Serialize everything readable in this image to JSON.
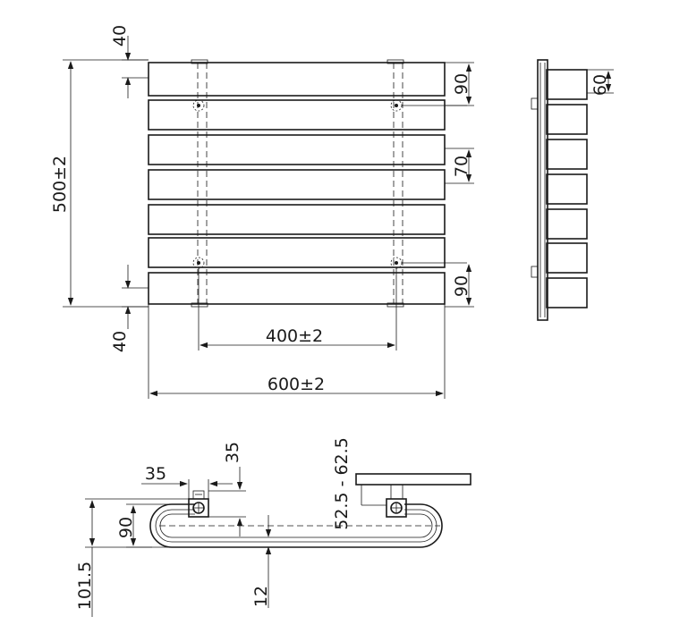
{
  "dimensions": {
    "top_margin": "40",
    "bottom_margin": "40",
    "total_height": "500±2",
    "top_bar_height": "90",
    "mid_bar_height": "70",
    "bottom_bar_height": "90",
    "side_bar_depth": "60",
    "mount_spacing": "400±2",
    "total_width": "600±2",
    "bracket_width": "35",
    "bracket_height": "35",
    "wall_distance": "52.5 - 62.5",
    "loop_height": "90",
    "overall_depth": "101.5",
    "tube_thickness": "12"
  },
  "colors": {
    "line": "#1a1a1a",
    "background": "#ffffff"
  }
}
